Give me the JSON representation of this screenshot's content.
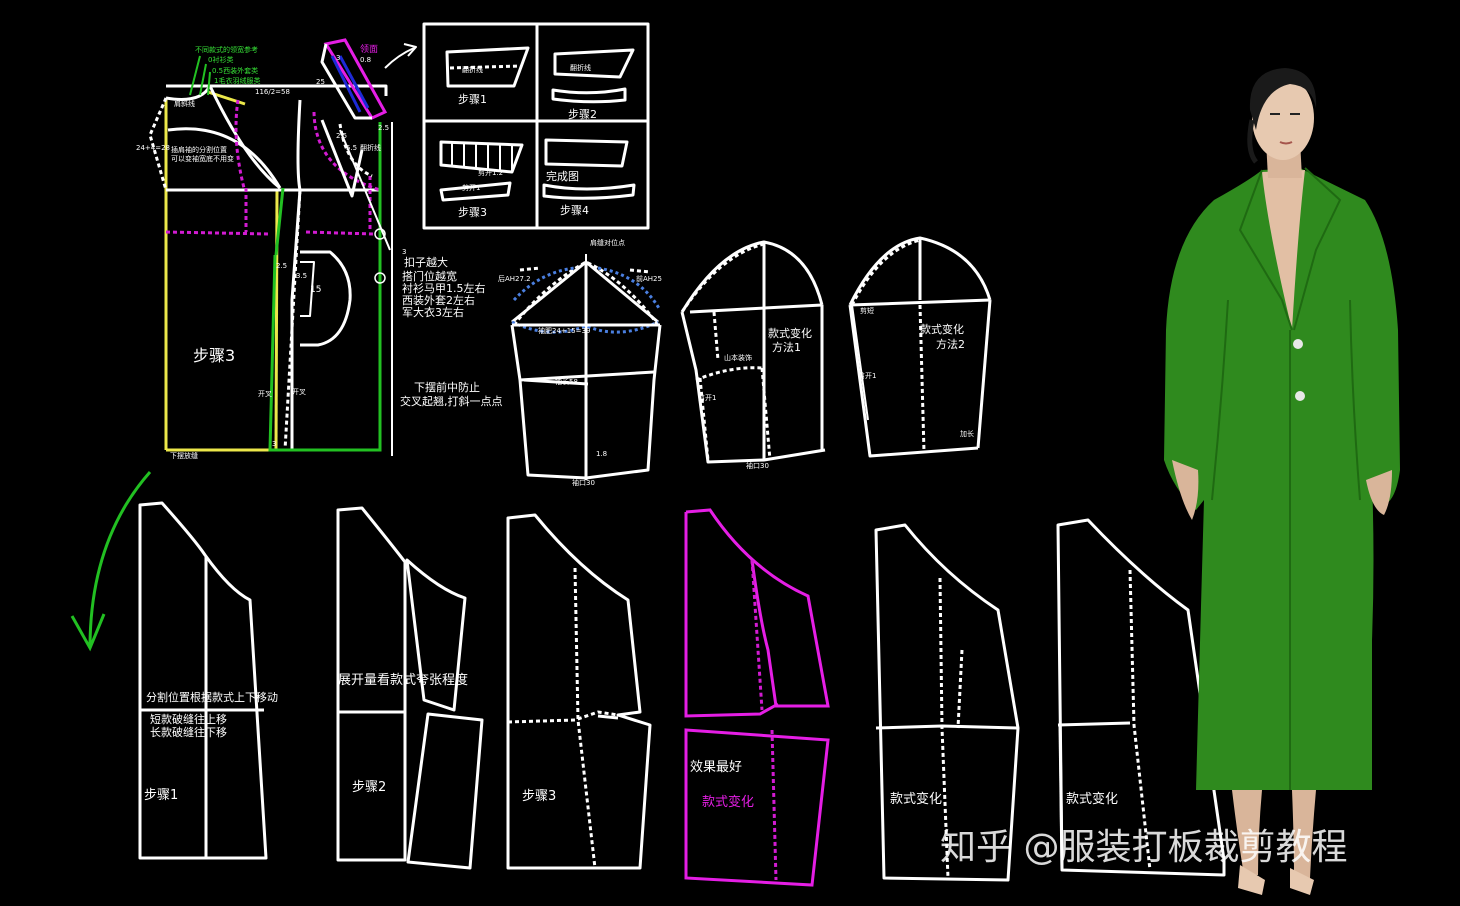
{
  "step_box": {
    "p1_fold": "翻折线",
    "p1_label": "步骤1",
    "p2_fold": "翻折线",
    "p2_label": "步骤2",
    "p3_fold_a": "剪开1",
    "p3_fold_b": "剪开1.2",
    "p3_label": "步骤3",
    "p4_done": "完成图",
    "p4_label": "步骤4"
  },
  "front_pattern": {
    "note_green_1": "不同款式的领宽参考",
    "note_green_2": "0衬衫类",
    "note_green_3": "0.5西装外套类",
    "note_green_4": "1毛衣羽绒服类",
    "shoulder_label": "肩斜线",
    "bust_label": "116/2=58",
    "width_label": "24+4=28",
    "sleeve_note_1": "插肩袖的分割位置",
    "sleeve_note_2": "可以变袖宽底不用变",
    "step_label": "步骤3",
    "pocket_label": "15",
    "pocket_offset": "3.5",
    "vent_left": "开叉",
    "vent_right": "开叉",
    "hem_label": "下摆放缝",
    "hem_num": "3",
    "collar_num_1": "3",
    "collar_num_2": "0.8",
    "collar_num_3": "2.5",
    "collar_num_4": "25",
    "collar_fold": "翻折线",
    "collar_tag": "领面",
    "collar_mini_1": "2.5",
    "collar_mini_2": "5.5",
    "button_num": "3",
    "button_note_1": "扣子越大",
    "button_note_2": "搭门位越宽",
    "button_note_3": "衬衫马甲1.5左右",
    "button_note_4": "西装外套2左右",
    "button_note_5": "军大衣3左右",
    "hem_note_1": "下摆前中防止",
    "hem_note_2": "交叉起翘,打斜一点点",
    "center_num": "2.5"
  },
  "sleeve": {
    "top_label": "肩缝对位点",
    "back_ah": "后AH27.2",
    "front_ah": "前AH25",
    "width_label": "袖肥24+15=39",
    "elbow_label": "袖长58",
    "cuff_offset": "1.8",
    "cuff_label": "袖口30",
    "m1_title_1": "款式变化",
    "m1_title_2": "方法1",
    "m1_cut": "山本装饰",
    "m1_side": "剪开1",
    "m1_cuff": "袖口30",
    "m2_title_1": "款式变化",
    "m2_title_2": "方法2",
    "m2_cut": "剪短",
    "m2_side": "剪开1",
    "m2_extend": "加长"
  },
  "bottom": {
    "p1_note_1": "分割位置根据款式上下移动",
    "p1_note_2": "短款破缝往上移",
    "p1_note_3": "长款破缝往下移",
    "p1_label": "步骤1",
    "p2_note": "展开量看款式夸张程度",
    "p2_label": "步骤2",
    "p3_label": "步骤3",
    "p4_note": "效果最好",
    "p4_label": "款式变化",
    "p5_label": "款式变化",
    "p6_label": "款式变化"
  },
  "watermark": "知乎 @服装打板裁剪教程",
  "colors": {
    "background": "#000000",
    "line": "#ffffff",
    "accent_magenta": "#e51ee5",
    "accent_green": "#22c022",
    "accent_yellow": "#ece84a",
    "accent_blue": "#1d2ad6",
    "coat_green": "#2f8a1e"
  }
}
